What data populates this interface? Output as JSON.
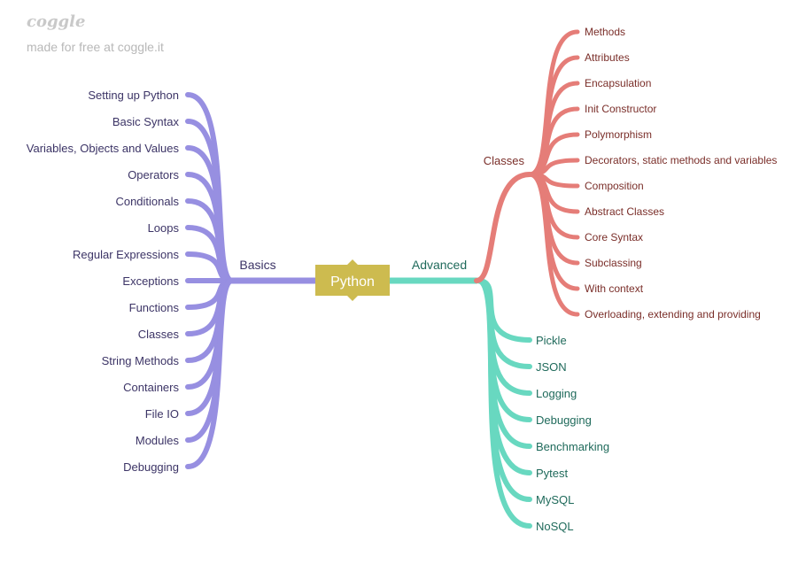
{
  "brand": {
    "logo": "coggle",
    "tagline": "made for free at coggle.it"
  },
  "colors": {
    "root": "#cdbb4f",
    "basics": "#978fe1",
    "classes": "#e57d78",
    "advanced": "#68d8c0",
    "basics_text": "#3c3466",
    "classes_text": "#7a2e29",
    "advanced_text": "#1f6a5b"
  },
  "root": {
    "label": "Python"
  },
  "branches": {
    "basics": {
      "label": "Basics",
      "children": [
        "Setting up Python",
        "Basic Syntax",
        "Variables, Objects and Values",
        "Operators",
        "Conditionals",
        "Loops",
        "Regular Expressions",
        "Exceptions",
        "Functions",
        "Classes",
        "String Methods",
        "Containers",
        "File IO",
        "Modules",
        "Debugging"
      ]
    },
    "advanced": {
      "label": "Advanced",
      "children": [
        "Pickle",
        "JSON",
        "Logging",
        "Debugging",
        "Benchmarking",
        "Pytest",
        "MySQL",
        "NoSQL"
      ]
    },
    "classes": {
      "label": "Classes",
      "children": [
        "Methods",
        "Attributes",
        "Encapsulation",
        "Init Constructor",
        "Polymorphism",
        "Decorators, static methods and variables",
        "Composition",
        "Abstract Classes",
        "Core Syntax",
        "Subclassing",
        "With context",
        "Overloading, extending and providing"
      ]
    }
  }
}
